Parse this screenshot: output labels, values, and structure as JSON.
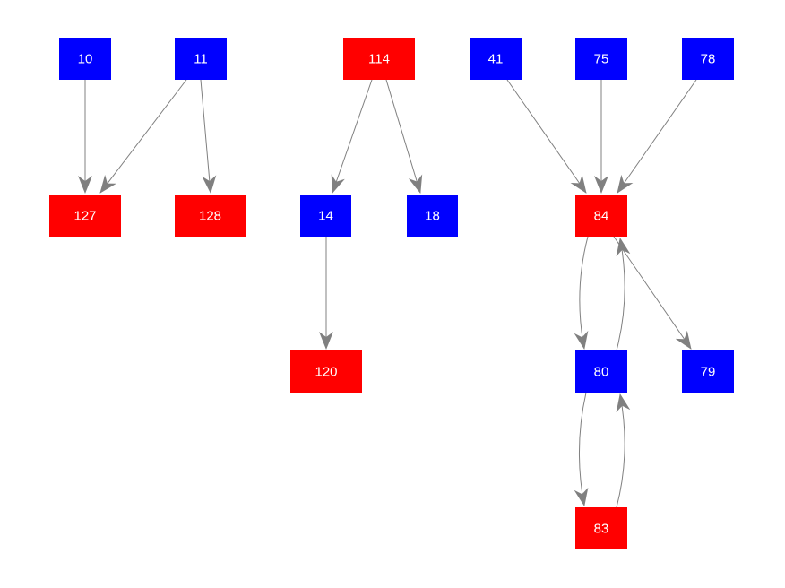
{
  "graph": {
    "colors": {
      "red": "#ff0000",
      "blue": "#0000ff",
      "edge": "#808080",
      "label": "#ffffff"
    },
    "nodes": [
      {
        "id": "10",
        "label": "10",
        "color": "#0000ff"
      },
      {
        "id": "11",
        "label": "11",
        "color": "#0000ff"
      },
      {
        "id": "114",
        "label": "114",
        "color": "#ff0000"
      },
      {
        "id": "41",
        "label": "41",
        "color": "#0000ff"
      },
      {
        "id": "75",
        "label": "75",
        "color": "#0000ff"
      },
      {
        "id": "78",
        "label": "78",
        "color": "#0000ff"
      },
      {
        "id": "127",
        "label": "127",
        "color": "#ff0000"
      },
      {
        "id": "128",
        "label": "128",
        "color": "#ff0000"
      },
      {
        "id": "14",
        "label": "14",
        "color": "#0000ff"
      },
      {
        "id": "18",
        "label": "18",
        "color": "#0000ff"
      },
      {
        "id": "84",
        "label": "84",
        "color": "#ff0000"
      },
      {
        "id": "120",
        "label": "120",
        "color": "#ff0000"
      },
      {
        "id": "80",
        "label": "80",
        "color": "#0000ff"
      },
      {
        "id": "79",
        "label": "79",
        "color": "#0000ff"
      },
      {
        "id": "83",
        "label": "83",
        "color": "#ff0000"
      }
    ],
    "edges": [
      {
        "from": "10",
        "to": "127"
      },
      {
        "from": "11",
        "to": "127"
      },
      {
        "from": "11",
        "to": "128"
      },
      {
        "from": "114",
        "to": "14"
      },
      {
        "from": "114",
        "to": "18"
      },
      {
        "from": "14",
        "to": "120"
      },
      {
        "from": "41",
        "to": "84"
      },
      {
        "from": "75",
        "to": "84"
      },
      {
        "from": "78",
        "to": "84"
      },
      {
        "from": "84",
        "to": "80"
      },
      {
        "from": "80",
        "to": "84"
      },
      {
        "from": "84",
        "to": "79"
      },
      {
        "from": "80",
        "to": "83"
      },
      {
        "from": "83",
        "to": "80"
      }
    ]
  }
}
